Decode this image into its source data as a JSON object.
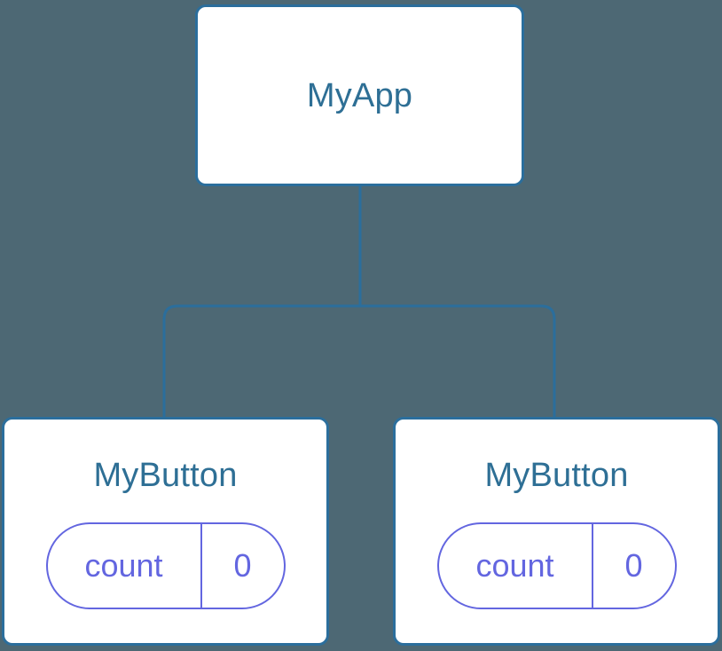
{
  "diagram": {
    "type": "component-tree",
    "background_color": "#4d6874",
    "node_border_color": "#2b6e9c",
    "node_fill_color": "#ffffff",
    "node_label_color": "#2e6f95",
    "state_pill_color": "#6366e0",
    "edge_color": "#2b6e9c",
    "root": {
      "label": "MyApp"
    },
    "children": [
      {
        "label": "MyButton",
        "state": {
          "key": "count",
          "value": "0"
        }
      },
      {
        "label": "MyButton",
        "state": {
          "key": "count",
          "value": "0"
        }
      }
    ]
  }
}
